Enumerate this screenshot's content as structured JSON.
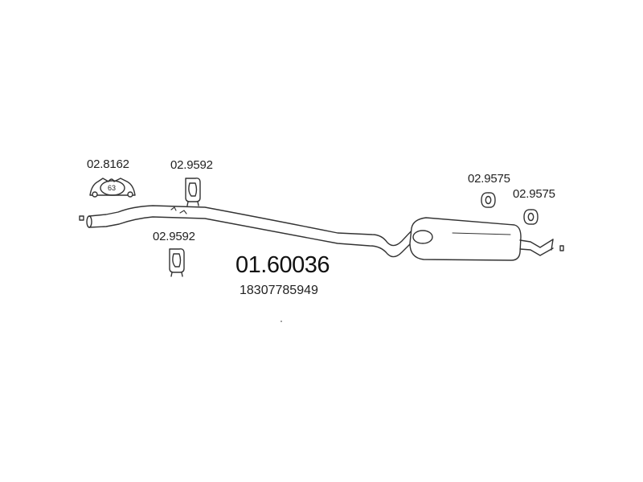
{
  "main_part_number": "01.60036",
  "oem_number": "18307785949",
  "parts": {
    "clamp": {
      "code": "02.8162",
      "diameter": "63",
      "icon": "pipe-clamp-icon"
    },
    "hanger_top": {
      "code": "02.9592",
      "icon": "rubber-hanger-icon"
    },
    "hanger_bottom": {
      "code": "02.9592",
      "icon": "rubber-hanger-icon"
    },
    "ring_left": {
      "code": "02.9575",
      "icon": "rubber-ring-icon"
    },
    "ring_right": {
      "code": "02.9575",
      "icon": "rubber-ring-icon"
    }
  },
  "assembly": {
    "icon": "exhaust-pipe-with-rear-silencer-icon"
  }
}
